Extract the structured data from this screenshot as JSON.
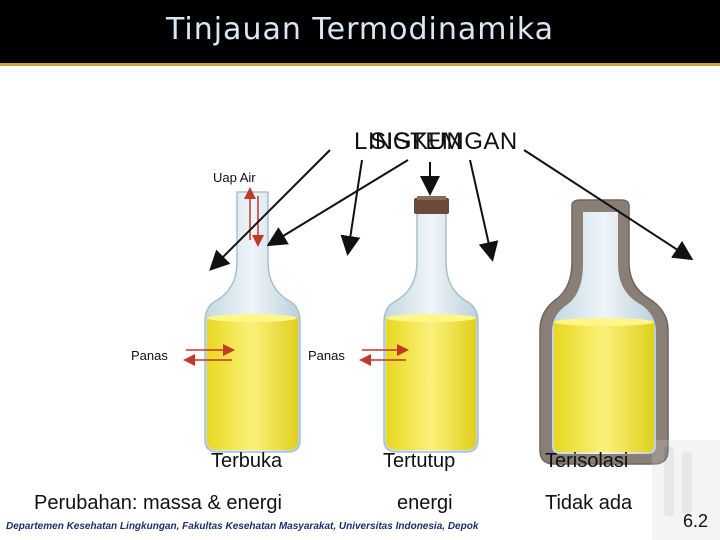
{
  "slide": {
    "title": "Tinjauan Termodinamika",
    "label_lingkungan": "LINGKUNGAN",
    "label_sistem": "SISTEM",
    "uap_air": "Uap Air",
    "panas_left": "Panas",
    "panas_middle": "Panas",
    "bottles": [
      {
        "name": "Terbuka",
        "change": "massa & energi"
      },
      {
        "name": "Tertutup",
        "change": "energi"
      },
      {
        "name": "Terisolasi",
        "change": "Tidak ada"
      }
    ],
    "change_prefix": "Perubahan:",
    "footer": "Departemen Kesehatan Lingkungan, Fakultas Kesehatan Masyarakat, Universitas Indonesia, Depok",
    "page_number": "6.2"
  },
  "colors": {
    "title_bar": "#000000",
    "title_text": "#dbe6f5",
    "liquid": "#f2e84a",
    "glass": "#d6e6ee",
    "arrow_red": "#c0392b",
    "cork": "#6b4a3a",
    "insulation": "#8a7f76"
  }
}
